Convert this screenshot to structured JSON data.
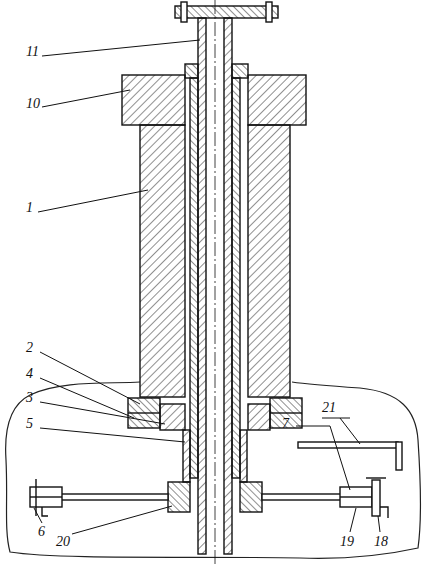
{
  "diagram": {
    "labels": [
      "11",
      "10",
      "1",
      "2",
      "4",
      "3",
      "5",
      "6",
      "20",
      "7",
      "21",
      "19",
      "18"
    ]
  }
}
